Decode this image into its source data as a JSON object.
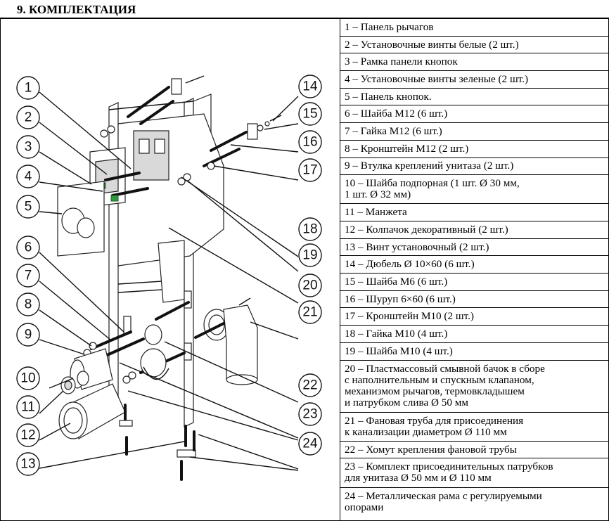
{
  "section_title": "9. КОМПЛЕКТАЦИЯ",
  "callout_numbers": [
    "1",
    "2",
    "3",
    "4",
    "5",
    "6",
    "7",
    "8",
    "9",
    "10",
    "11",
    "12",
    "13",
    "14",
    "15",
    "16",
    "17",
    "18",
    "19",
    "20",
    "21",
    "22",
    "23",
    "24"
  ],
  "items": [
    {
      "text": "1 – Панель рычагов"
    },
    {
      "text": "2 – Установочные винты белые (2 шт.)"
    },
    {
      "text": "3 – Рамка панели кнопок"
    },
    {
      "text": "4 – Установочные винты зеленые (2 шт.)"
    },
    {
      "text": "5 – Панель кнопок."
    },
    {
      "text": "6 – Шайба М12 (6 шт.)"
    },
    {
      "text": "7 – Гайка М12 (6 шт.)"
    },
    {
      "text": "8 – Кронштейн М12 (2 шт.)"
    },
    {
      "text": "9 – Втулка креплений унитаза (2 шт.)"
    },
    {
      "text": "10 – Шайба подпорная (1 шт. Ø 30 мм,\n1 шт. Ø 32 мм)"
    },
    {
      "text": "11 – Манжета"
    },
    {
      "text": "12 – Колпачок декоративный (2 шт.)"
    },
    {
      "text": "13 – Винт установочный (2 шт.)"
    },
    {
      "text": "14 – Дюбель Ø 10×60 (6 шт.)"
    },
    {
      "text": "15 – Шайба М6 (6 шт.)"
    },
    {
      "text": "16 – Шуруп 6×60 (6 шт.)"
    },
    {
      "text": "17 – Кронштейн М10 (2 шт.)"
    },
    {
      "text": "18 – Гайка М10 (4 шт.)"
    },
    {
      "text": "19 – Шайба М10 (4 шт.)"
    },
    {
      "text": "20 – Пластмассовый смывной бачок в сборе\nс наполнительным и спускным клапаном,\nмеханизмом рычагов, термовкладышем\nи патрубком слива Ø 50 мм"
    },
    {
      "text": "21 – Фановая труба для присоединения\nк канализации диаметром Ø 110 мм"
    },
    {
      "text": "22 – Хомут крепления фановой трубы"
    },
    {
      "text": "23 – Комплект присоединительных патрубков\nдля унитаза Ø 50 мм и Ø 110 мм"
    },
    {
      "text": "24 – Металлическая рама с регулируемыми\nопорами"
    }
  ]
}
